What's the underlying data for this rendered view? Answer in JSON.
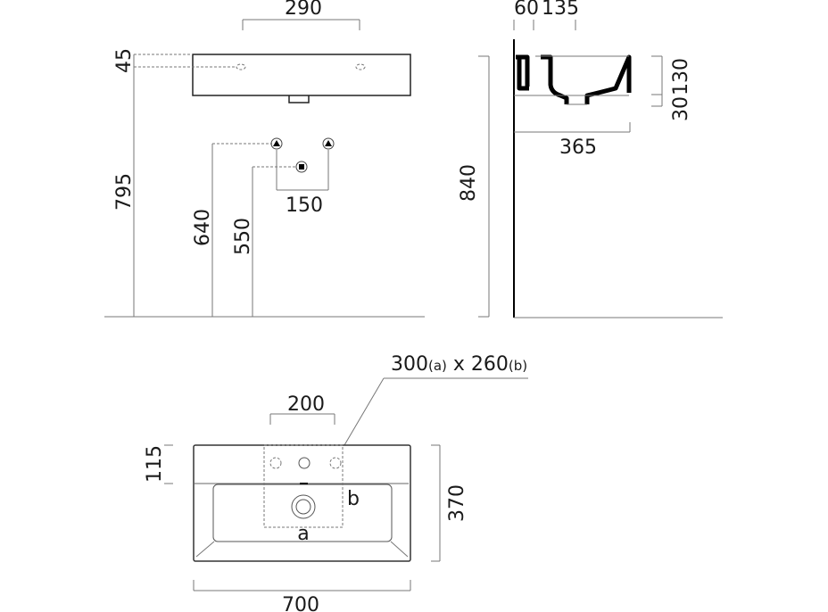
{
  "front_view": {
    "width_holes": "290",
    "hole_height": "45",
    "total_height": "795",
    "supply_height": "640",
    "waste_height": "550",
    "supply_spacing": "150"
  },
  "side_view": {
    "wall_offset": "60",
    "tap_offset": "135",
    "basin_height": "130",
    "base_height": "30",
    "depth": "365",
    "rim_height": "840"
  },
  "top_view": {
    "cutout_value_a": "300",
    "cutout_label_a": "(a)",
    "cutout_x": " x 260",
    "cutout_label_b": "(b)",
    "tap_spacing": "200",
    "deck_depth": "115",
    "depth": "370",
    "width": "700",
    "label_a": "a",
    "label_b": "b"
  }
}
